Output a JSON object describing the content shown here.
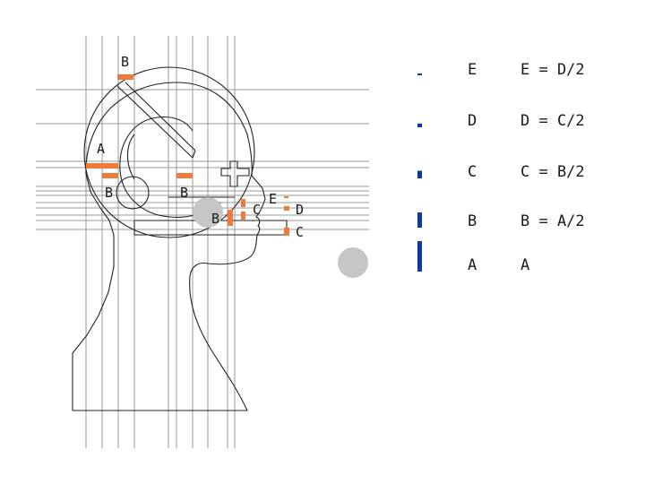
{
  "colors": {
    "accent": "#f07a3a",
    "legend_bar": "#0b3aa0",
    "line": "#222222",
    "grid": "#9a9a9a",
    "circle_fill": "#c6c6c6"
  },
  "diagram": {
    "labels": {
      "b_top": "B",
      "a_left": "A",
      "b_left": "B",
      "b_mid": "B",
      "b_center": "B",
      "c_mid": "C",
      "e_right": "E",
      "d_right": "D",
      "c_right": "C"
    }
  },
  "legend": {
    "rows": [
      {
        "key": "E",
        "formula": "E = D/2",
        "ratio": 0.0625
      },
      {
        "key": "D",
        "formula": "D = C/2",
        "ratio": 0.125
      },
      {
        "key": "C",
        "formula": "C = B/2",
        "ratio": 0.25
      },
      {
        "key": "B",
        "formula": "B = A/2",
        "ratio": 0.5
      },
      {
        "key": "A",
        "formula": "A",
        "ratio": 1
      }
    ]
  }
}
